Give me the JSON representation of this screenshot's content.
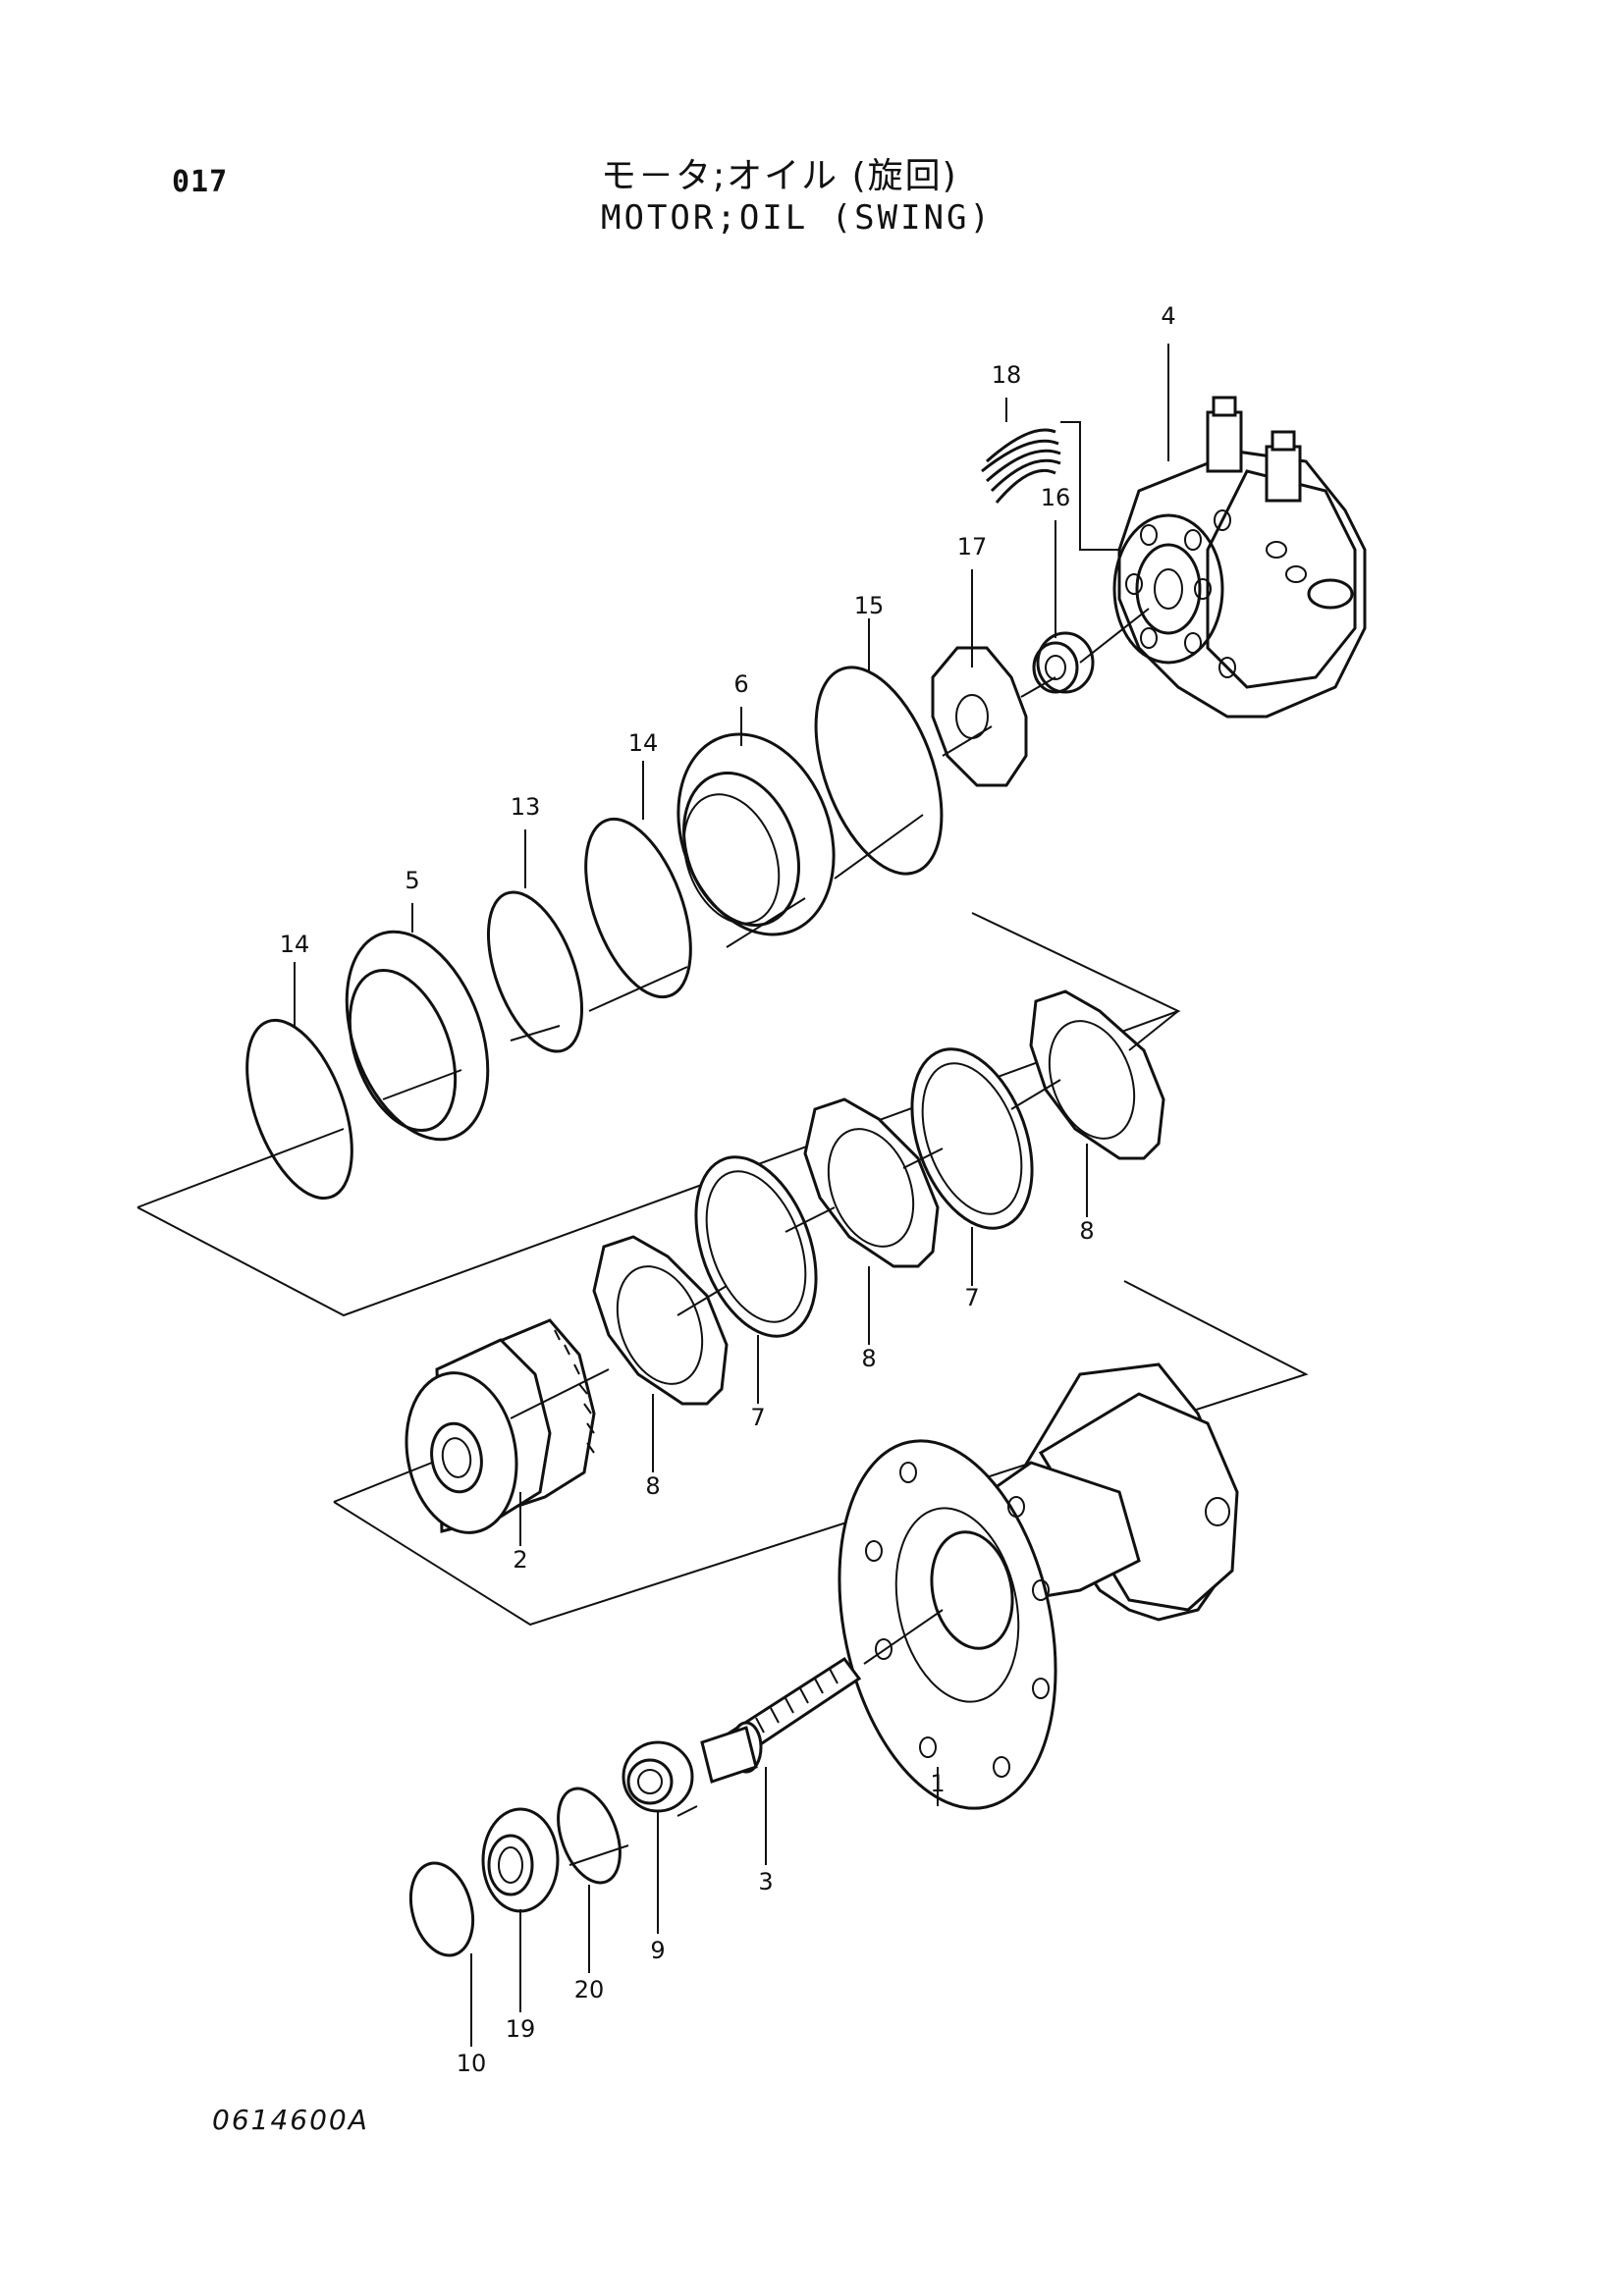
{
  "header": {
    "page_number": "017",
    "title_jp": "モ－タ;オイル (旋回)",
    "title_en": "MOTOR;OIL (SWING)"
  },
  "footer": {
    "drawing_code": "0614600A"
  },
  "callouts": [
    {
      "id": "c1",
      "text": "1"
    },
    {
      "id": "c2",
      "text": "2"
    },
    {
      "id": "c3",
      "text": "3"
    },
    {
      "id": "c4",
      "text": "4"
    },
    {
      "id": "c5",
      "text": "5"
    },
    {
      "id": "c6",
      "text": "6"
    },
    {
      "id": "c7a",
      "text": "7"
    },
    {
      "id": "c7b",
      "text": "7"
    },
    {
      "id": "c8a",
      "text": "8"
    },
    {
      "id": "c8b",
      "text": "8"
    },
    {
      "id": "c8c",
      "text": "8"
    },
    {
      "id": "c9",
      "text": "9"
    },
    {
      "id": "c10",
      "text": "10"
    },
    {
      "id": "c13",
      "text": "13"
    },
    {
      "id": "c14a",
      "text": "14"
    },
    {
      "id": "c14b",
      "text": "14"
    },
    {
      "id": "c15",
      "text": "15"
    },
    {
      "id": "c16",
      "text": "16"
    },
    {
      "id": "c17",
      "text": "17"
    },
    {
      "id": "c18",
      "text": "18"
    },
    {
      "id": "c19",
      "text": "19"
    },
    {
      "id": "c20",
      "text": "20"
    }
  ]
}
